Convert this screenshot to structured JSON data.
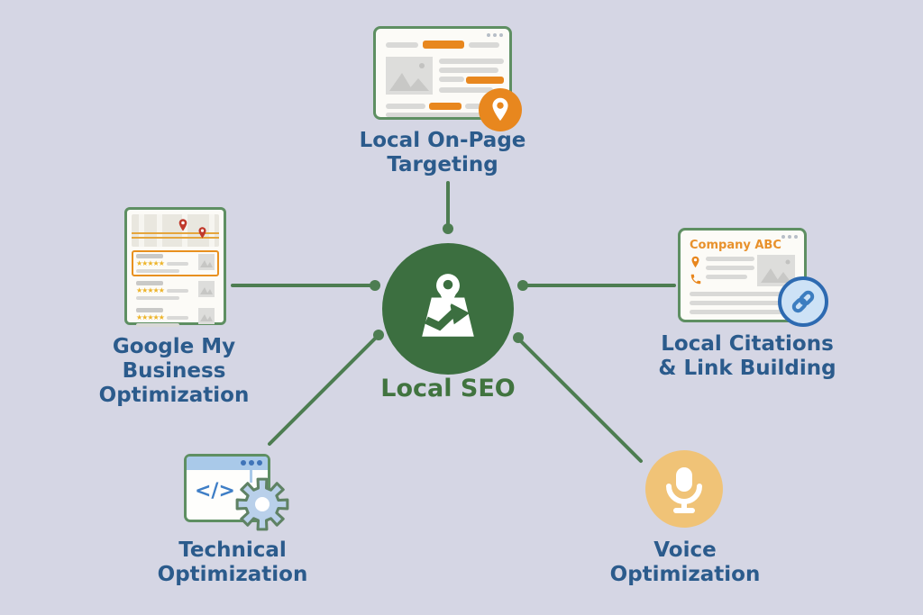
{
  "title": "Local SEO diagram",
  "colors": {
    "background": "#d5d6e4",
    "hub_green": "#3c6f40",
    "line_green": "#4d7d51",
    "card_border_green": "#5e8f62",
    "label_blue": "#2b5b8c",
    "accent_orange": "#e8871e",
    "company_orange": "#e8912c",
    "star_yellow": "#edb42a",
    "pin_red": "#c0392b",
    "link_blue": "#2d6ab1",
    "voice_amber": "#f0c377",
    "tech_blue": "#3e7ec6"
  },
  "center": {
    "label": "Local SEO"
  },
  "nodes": [
    {
      "id": "on-page",
      "label_line1": "Local On-Page",
      "label_line2": "Targeting"
    },
    {
      "id": "gmb",
      "label_line1": "Google My Business",
      "label_line2": "Optimization"
    },
    {
      "id": "citations",
      "label_line1": "Local Citations",
      "label_line2": "& Link Building",
      "card_title": "Company ABC"
    },
    {
      "id": "technical",
      "label_line1": "Technical",
      "label_line2": "Optimization",
      "code_glyph": "</>"
    },
    {
      "id": "voice",
      "label_line1": "Voice",
      "label_line2": "Optimization"
    }
  ],
  "gmb_card": {
    "stars": "★★★★★"
  }
}
